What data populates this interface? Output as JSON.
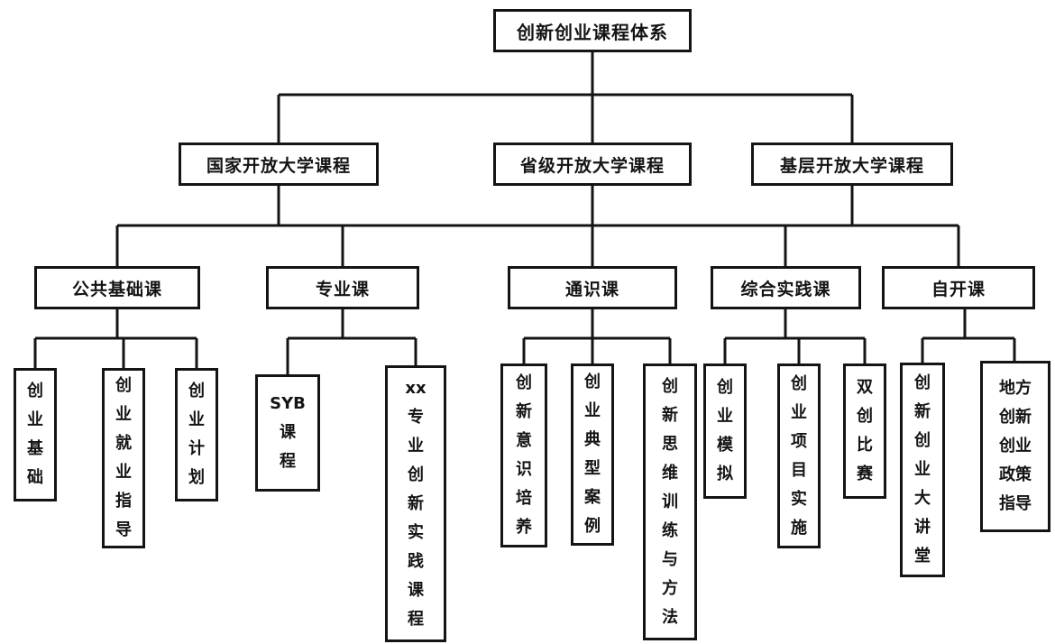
{
  "diagram": {
    "type": "org-tree",
    "title": "创新创业课程体系",
    "background": "#ffffff",
    "line_color": "#141414",
    "box_border_color": "#141414",
    "text_color": "#141414"
  },
  "tree": {
    "root": "创新创业课程体系",
    "level2": [
      "国家开放大学课程",
      "省级开放大学课程",
      "基层开放大学课程"
    ],
    "level3_shared": [
      "公共基础课",
      "专业课",
      "通识课",
      "综合实践课",
      "自开课"
    ],
    "level4": {
      "公共基础课": [
        "创业基础",
        "创业就业指导",
        "创业计划"
      ],
      "专业课": [
        "SYB课程",
        "xx专业创新实践课程"
      ],
      "通识课": [
        "创新意识培养",
        "创业典型案例",
        "创新思维训练与方法"
      ],
      "综合实践课": [
        "创业模拟",
        "创业项目实施",
        "双创比赛"
      ],
      "自开课": [
        "创新创业大讲堂",
        "地方创新创业政策指导"
      ]
    }
  },
  "nodes": {
    "root": "创新创业课程体系",
    "l2": [
      "国家开放大学课程",
      "省级开放大学课程",
      "基层开放大学课程"
    ],
    "l3": [
      "公共基础课",
      "专业课",
      "通识课",
      "综合实践课",
      "自开课"
    ],
    "l4a": [
      "创\n业\n基\n础",
      "创\n业\n就\n业\n指\n导",
      "创\n业\n计\n划"
    ],
    "l4b": [
      "SYB\n课\n程",
      "xx\n专\n业\n创\n新\n实\n践\n课\n程"
    ],
    "l4c": [
      "创\n新\n意\n识\n培\n养",
      "创\n业\n典\n型\n案\n例",
      "创\n新\n思\n维\n训\n练\n与\n方\n法"
    ],
    "l4d": [
      "创\n业\n模\n拟",
      "创\n业\n项\n目\n实\n施",
      "双\n创\n比\n赛"
    ],
    "l4e": [
      "创\n新\n创\n业\n大\n讲\n堂",
      "地方\n创新\n创业\n政策\n指导"
    ]
  }
}
